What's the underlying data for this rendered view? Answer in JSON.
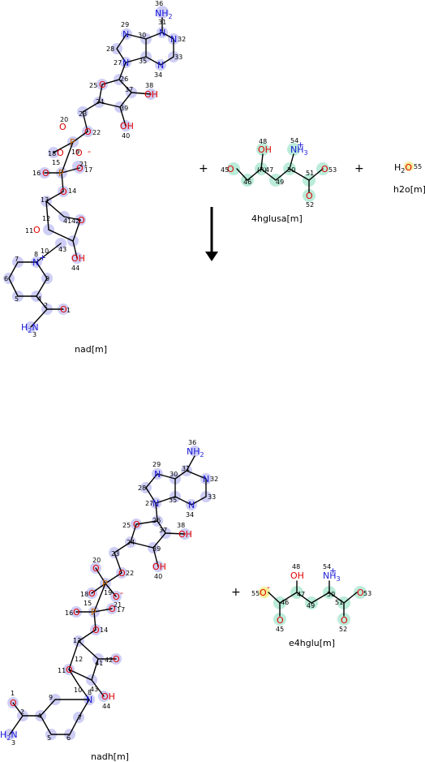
{
  "reaction": {
    "reactants": [
      {
        "name": "nad[m]"
      },
      {
        "name": "4hglusa[m]"
      },
      {
        "name": "h2o[m]"
      }
    ],
    "products": [
      {
        "name": "nadh[m]"
      },
      {
        "name": "e4hglu[m]"
      }
    ],
    "plus_sign": "+",
    "h2o_formula": "H",
    "h2o_sub": "2",
    "h2o_o": "O",
    "h2o_idx": "55"
  },
  "atoms": {
    "nh2": "NH",
    "sub2": "2",
    "nh3": "NH",
    "sub3": "3",
    "oh": "OH",
    "o": "O",
    "n": "N",
    "p": "P",
    "h2n": "H",
    "h2n_n": "N",
    "minus": "-",
    "plusch": "+"
  },
  "colors": {
    "highlight_blue": "#c9c9f5",
    "highlight_green": "#b8ecd8",
    "highlight_yellow": "#f4f09a",
    "oxygen": "#e00000",
    "nitrogen": "#1a1ad8",
    "phosphorus": "#c86400"
  }
}
